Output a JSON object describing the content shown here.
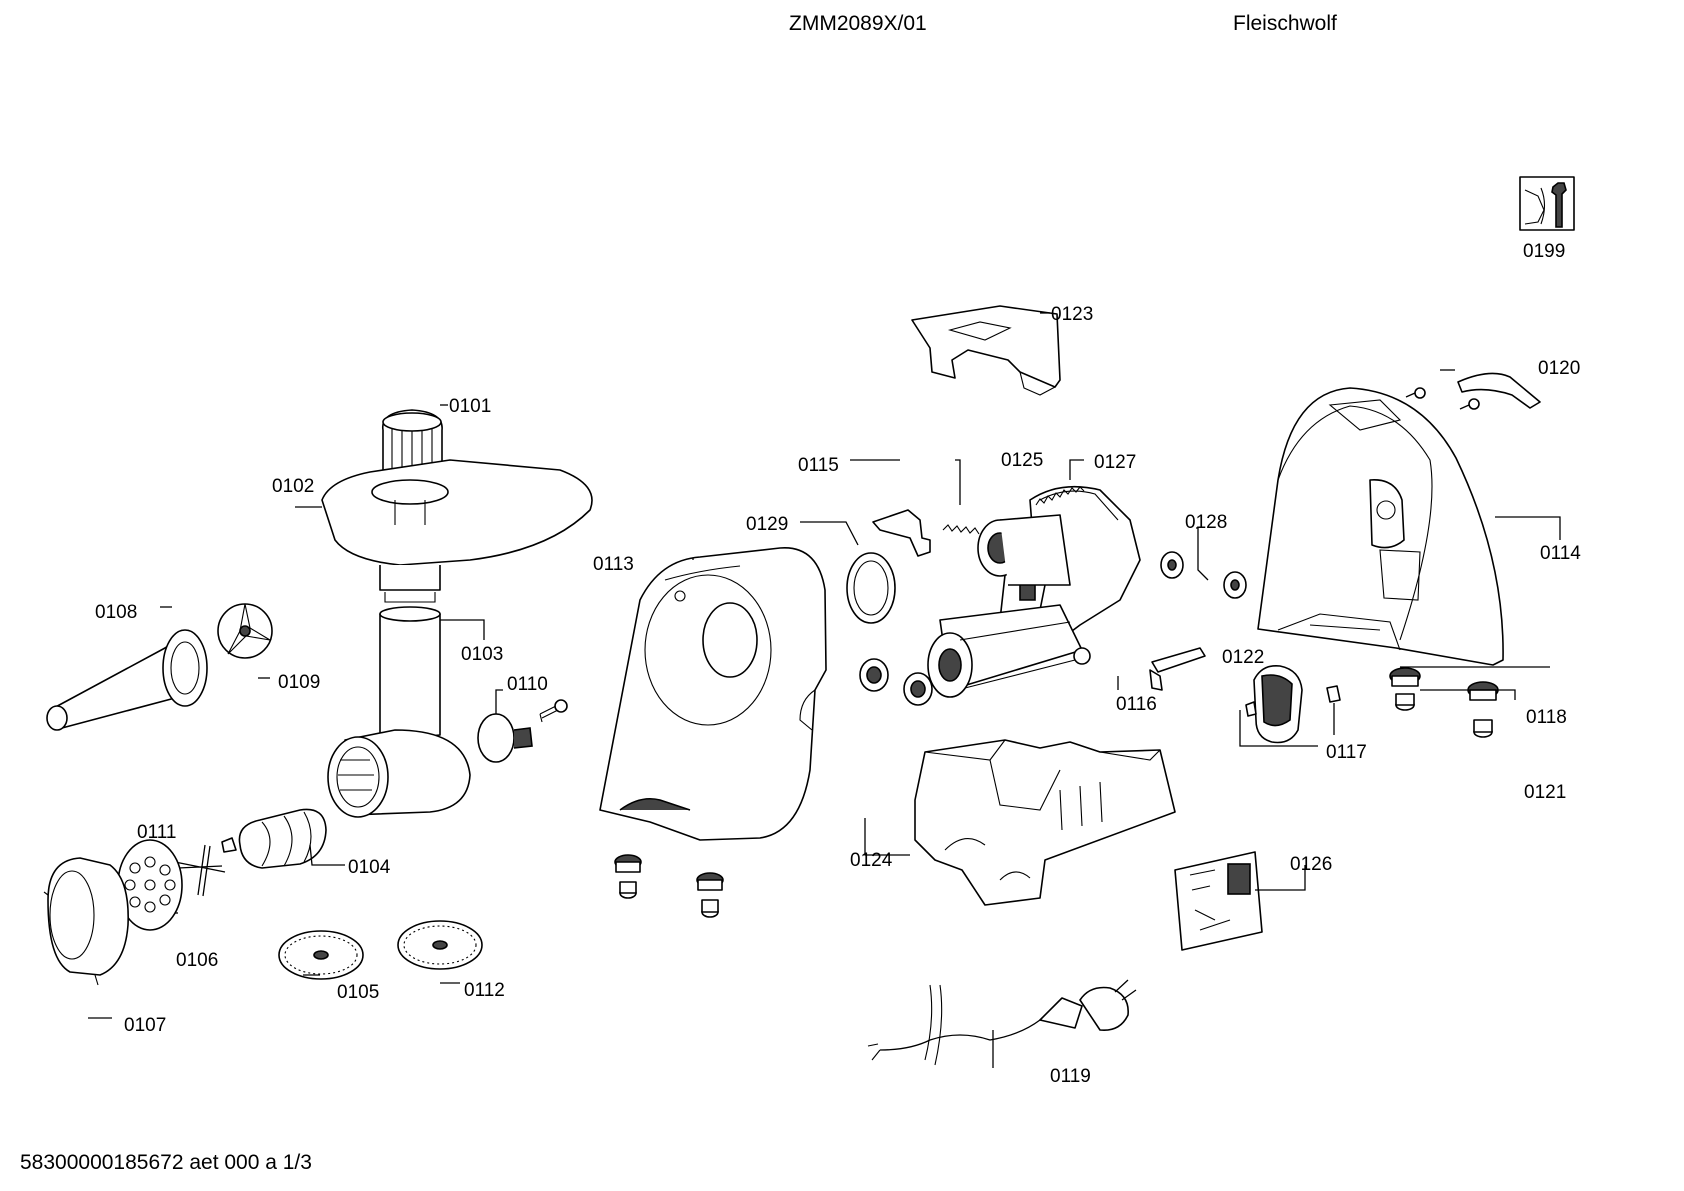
{
  "header": {
    "model": "ZMM2089X/01",
    "category": "Fleischwolf"
  },
  "footer": {
    "doc_code": "58300000185672 aet 000 a 1/3"
  },
  "parts": [
    {
      "id": "p0101",
      "label": "0101"
    },
    {
      "id": "p0102",
      "label": "0102"
    },
    {
      "id": "p0103",
      "label": "0103"
    },
    {
      "id": "p0104",
      "label": "0104"
    },
    {
      "id": "p0105",
      "label": "0105"
    },
    {
      "id": "p0106",
      "label": "0106"
    },
    {
      "id": "p0107",
      "label": "0107"
    },
    {
      "id": "p0108",
      "label": "0108"
    },
    {
      "id": "p0109",
      "label": "0109"
    },
    {
      "id": "p0110",
      "label": "0110"
    },
    {
      "id": "p0111",
      "label": "0111"
    },
    {
      "id": "p0112",
      "label": "0112"
    },
    {
      "id": "p0113",
      "label": "0113"
    },
    {
      "id": "p0114",
      "label": "0114"
    },
    {
      "id": "p0115",
      "label": "0115"
    },
    {
      "id": "p0116",
      "label": "0116"
    },
    {
      "id": "p0117",
      "label": "0117"
    },
    {
      "id": "p0118",
      "label": "0118"
    },
    {
      "id": "p0119",
      "label": "0119"
    },
    {
      "id": "p0120",
      "label": "0120"
    },
    {
      "id": "p0121",
      "label": "0121"
    },
    {
      "id": "p0122",
      "label": "0122"
    },
    {
      "id": "p0123",
      "label": "0123"
    },
    {
      "id": "p0124",
      "label": "0124"
    },
    {
      "id": "p0125",
      "label": "0125"
    },
    {
      "id": "p0126",
      "label": "0126"
    },
    {
      "id": "p0127",
      "label": "0127"
    },
    {
      "id": "p0128",
      "label": "0128"
    },
    {
      "id": "p0129",
      "label": "0129"
    },
    {
      "id": "p0199",
      "label": "0199"
    }
  ],
  "icons": {
    "service": "service-tool-icon"
  }
}
